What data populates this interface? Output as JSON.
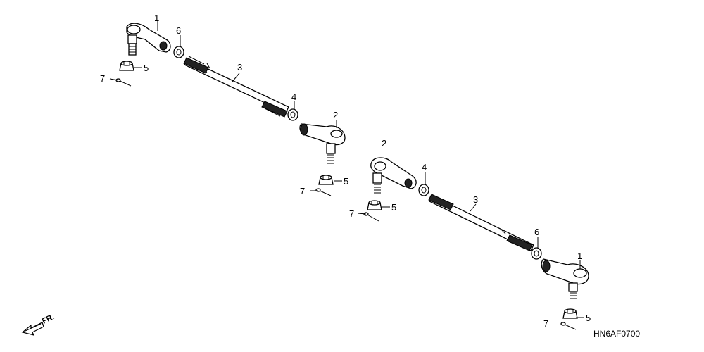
{
  "diagram": {
    "callouts": {
      "a1": "1",
      "a6": "6",
      "a3": "3",
      "a5": "5",
      "a7": "7",
      "a4": "4",
      "a2": "2",
      "a5b": "5",
      "a7b": "7",
      "b2": "2",
      "b4": "4",
      "b3": "3",
      "b5": "5",
      "b7": "7",
      "b6": "6",
      "b1": "1",
      "b5b": "5",
      "b7b": "7"
    },
    "front_indicator": "FR.",
    "figure_code": "HN6AF0700"
  }
}
